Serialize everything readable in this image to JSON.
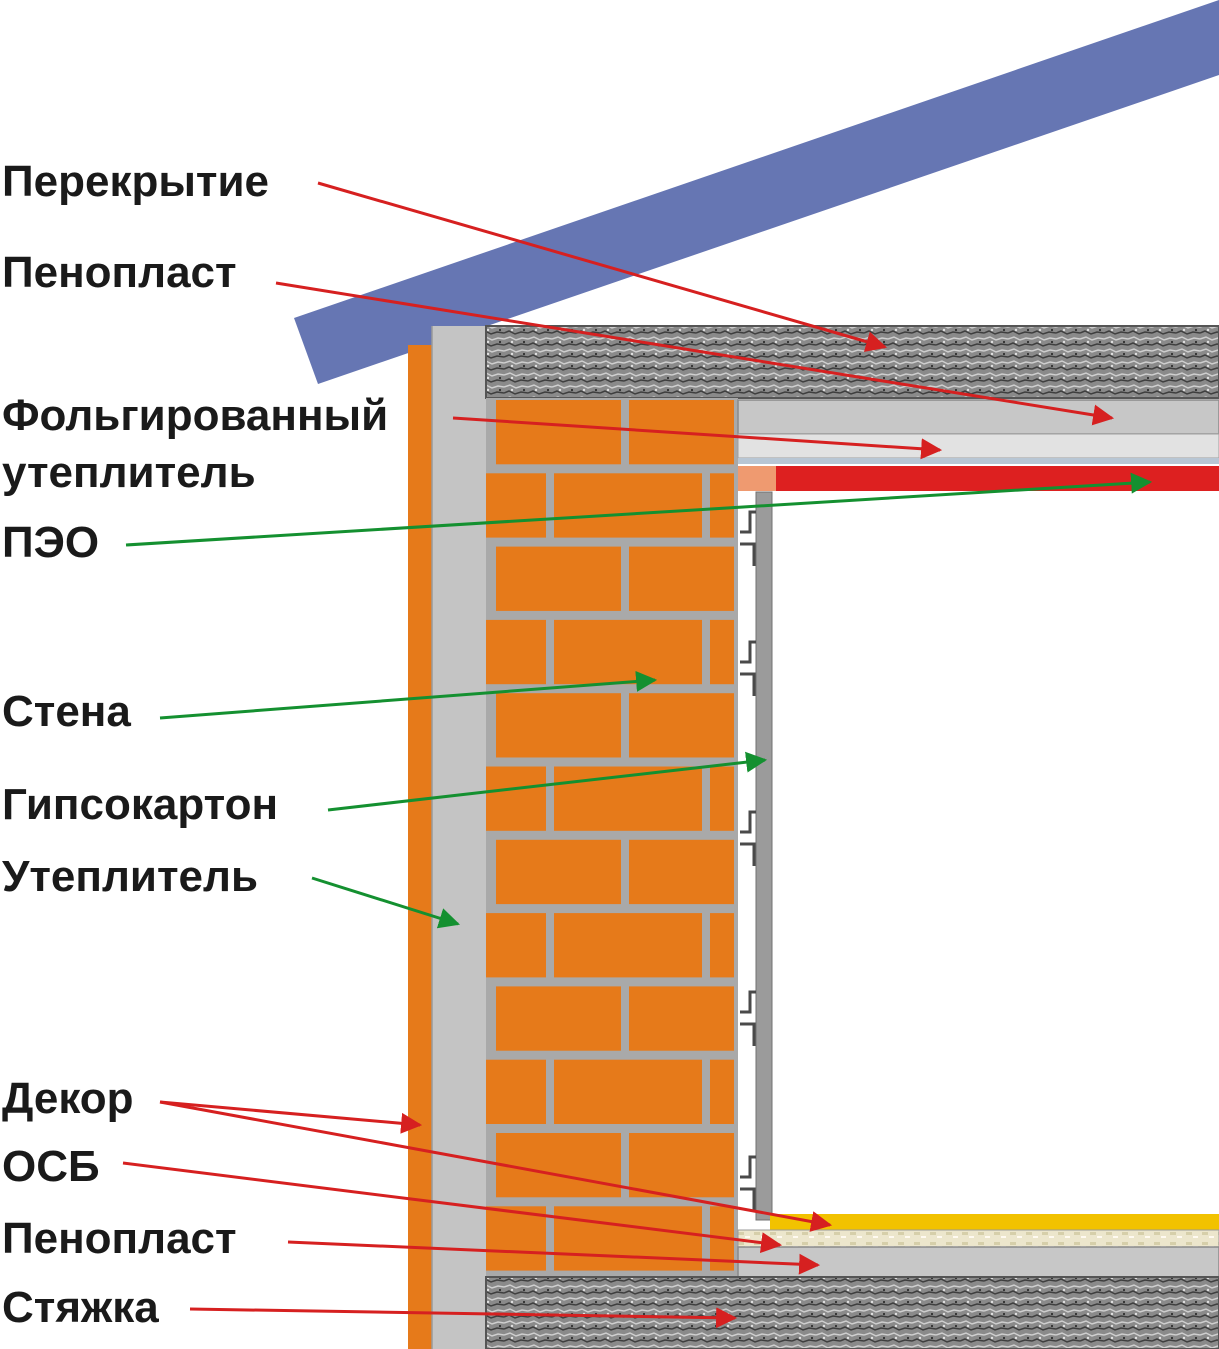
{
  "labels": {
    "perekrytie": "Перекрытие",
    "penoplast_top": "Пенопласт",
    "foil_line1": "Фольгированный",
    "foil_line2": "утеплитель",
    "peo": "ПЭО",
    "stena": "Стена",
    "gipsokarton": "Гипсокартон",
    "uteplitel": "Утеплитель",
    "dekor": "Декор",
    "osb": "ОСБ",
    "penoplast_bottom": "Пенопласт",
    "styazhka": "Стяжка"
  },
  "colors": {
    "roof": "#6676b3",
    "brick": "#e67a1a",
    "mortar": "#a9a9a9",
    "insulation": "#c4c4c4",
    "slab": "#7d7d7d",
    "peo": "#dd2020",
    "decor": "#f2c200",
    "arrow_red": "#d62020",
    "arrow_green": "#149030"
  }
}
